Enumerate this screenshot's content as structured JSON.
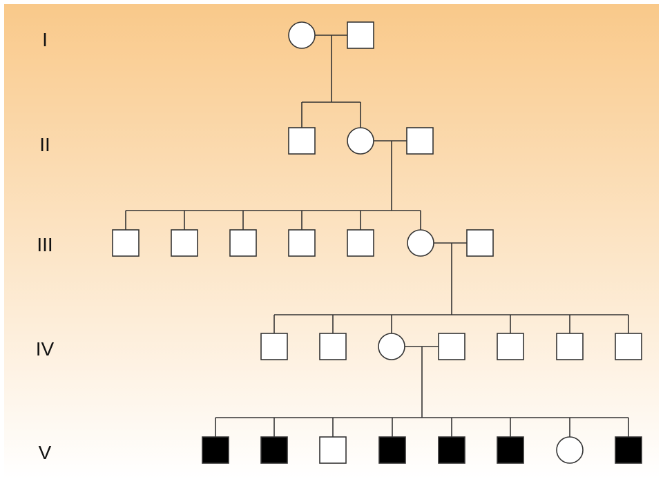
{
  "pedigree": {
    "generations": [
      {
        "label": "I",
        "members": [
          {
            "sex": "female",
            "affected": false
          },
          {
            "sex": "male",
            "affected": false
          }
        ]
      },
      {
        "label": "II",
        "members": [
          {
            "sex": "male",
            "affected": false
          },
          {
            "sex": "female",
            "affected": false
          },
          {
            "sex": "male",
            "affected": false
          }
        ]
      },
      {
        "label": "III",
        "members": [
          {
            "sex": "male",
            "affected": false
          },
          {
            "sex": "male",
            "affected": false
          },
          {
            "sex": "male",
            "affected": false
          },
          {
            "sex": "male",
            "affected": false
          },
          {
            "sex": "male",
            "affected": false
          },
          {
            "sex": "female",
            "affected": false
          },
          {
            "sex": "male",
            "affected": false
          }
        ]
      },
      {
        "label": "IV",
        "members": [
          {
            "sex": "male",
            "affected": false
          },
          {
            "sex": "male",
            "affected": false
          },
          {
            "sex": "female",
            "affected": false
          },
          {
            "sex": "male",
            "affected": false
          },
          {
            "sex": "male",
            "affected": false
          },
          {
            "sex": "male",
            "affected": false
          },
          {
            "sex": "male",
            "affected": false
          }
        ]
      },
      {
        "label": "V",
        "members": [
          {
            "sex": "male",
            "affected": true
          },
          {
            "sex": "male",
            "affected": true
          },
          {
            "sex": "male",
            "affected": false
          },
          {
            "sex": "male",
            "affected": true
          },
          {
            "sex": "male",
            "affected": true
          },
          {
            "sex": "male",
            "affected": true
          },
          {
            "sex": "female",
            "affected": false
          },
          {
            "sex": "male",
            "affected": true
          }
        ]
      }
    ],
    "colors": {
      "background_top": "#f9c98a",
      "background_bottom": "#ffffff",
      "affected_fill": "#000000",
      "unaffected_fill": "#ffffff",
      "line": "#333333"
    }
  }
}
